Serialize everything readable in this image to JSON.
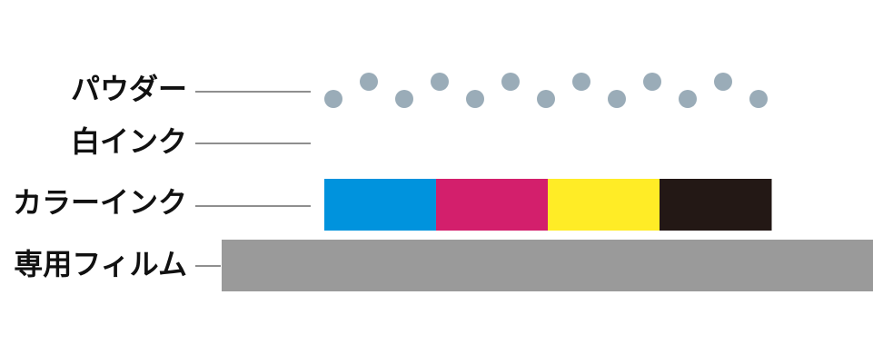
{
  "layers": [
    {
      "id": "powder",
      "label": "パウダー",
      "color": "#9aacb8"
    },
    {
      "id": "white-ink",
      "label": "白インク",
      "color": "#ffffff"
    },
    {
      "id": "color-ink",
      "label": "カラーインク",
      "segments": [
        {
          "name": "cyan",
          "color": "#0093dd"
        },
        {
          "name": "magenta",
          "color": "#d31f6c"
        },
        {
          "name": "yellow",
          "color": "#ffec26"
        },
        {
          "name": "black",
          "color": "#231815"
        }
      ]
    },
    {
      "id": "film",
      "label": "専用フィルム",
      "color": "#9a9a9a"
    }
  ],
  "leader_color": "#8f8f8f"
}
